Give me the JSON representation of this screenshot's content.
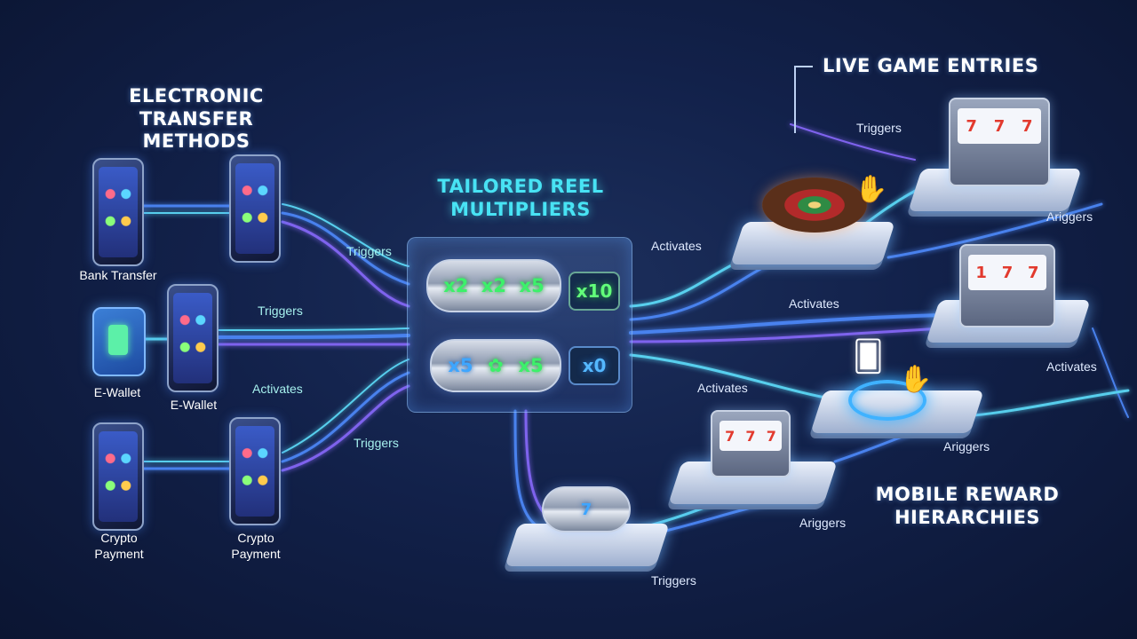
{
  "headings": {
    "electronic_transfer_methods": "ELECTRONIC\nTRANSFER METHODS",
    "tailored_reel_multipliers": "TAILORED REEL\nMULTIPLIERS",
    "live_game_entries": "LIVE GAME ENTRIES",
    "mobile_reward_hierarchies": "MOBILE REWARD\nHIERARCHIES"
  },
  "payment_methods": {
    "bank_transfer": "Bank Transfer",
    "e_wallet_left": "E-Wallet",
    "e_wallet_right": "E-Wallet",
    "crypto_left": "Crypto\nPayment",
    "crypto_right": "Crypto\nPayment"
  },
  "connector_labels": {
    "triggers_1": "Triggers",
    "triggers_2": "Triggers",
    "activates_1": "Activates",
    "triggers_3": "Triggers",
    "activates_2": "Activates",
    "triggers_4": "Triggers",
    "ariggers_1": "Ariggers",
    "activates_3": "Activates",
    "activates_4": "Activates",
    "activates_5": "Activates",
    "ariggers_2": "Ariggers",
    "ariggers_3": "Ariggers",
    "triggers_5": "Triggers"
  },
  "reels": {
    "top": [
      "x2",
      "x2",
      "x5"
    ],
    "top_multiplier": "x10",
    "bottom": [
      "x5",
      "",
      "x5"
    ],
    "bottom_multiplier": "x0"
  },
  "colors": {
    "flow_blue": "#4f8cff",
    "flow_cyan": "#5fe2ff",
    "flow_violet": "#8a6bff",
    "heading_cyan": "#48e3f4"
  }
}
